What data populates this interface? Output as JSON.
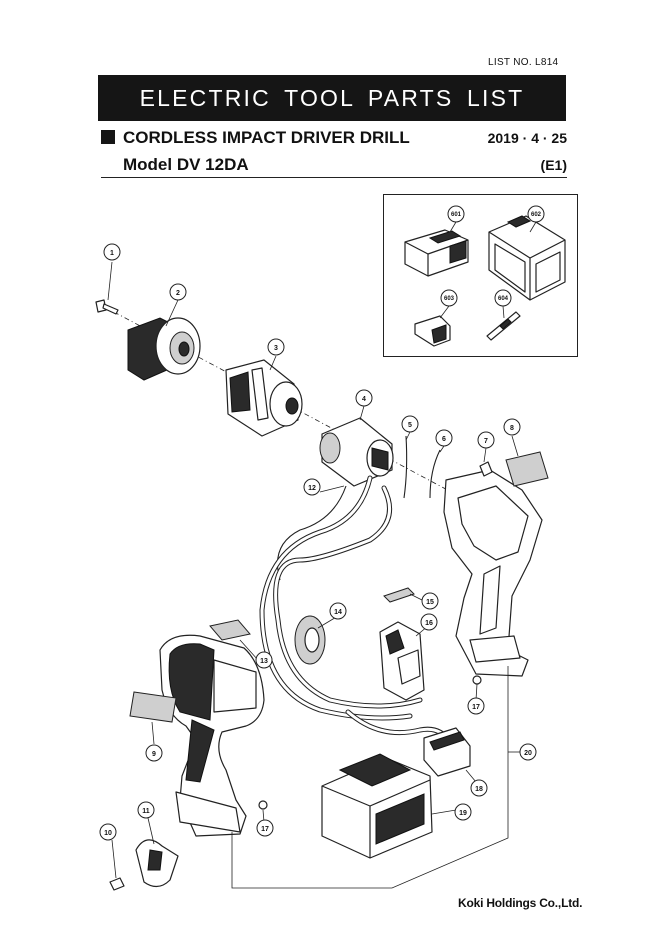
{
  "header": {
    "list_no": "LIST NO. L814",
    "title": "ELECTRIC TOOL PARTS LIST",
    "tool_name": "CORDLESS IMPACT DRIVER DRILL",
    "date": "2019 · 4 · 25",
    "model": "Model DV 12DA",
    "edition": "(E1)"
  },
  "diagram": {
    "callouts": [
      "1",
      "2",
      "3",
      "4",
      "5",
      "6",
      "7",
      "8",
      "9",
      "10",
      "11",
      "12",
      "13",
      "14",
      "15",
      "16",
      "17",
      "17",
      "18",
      "19",
      "20"
    ],
    "accessory_callouts": [
      "601",
      "602",
      "603",
      "604"
    ]
  },
  "footer": {
    "maker": "Koki Holdings Co.,Ltd."
  }
}
